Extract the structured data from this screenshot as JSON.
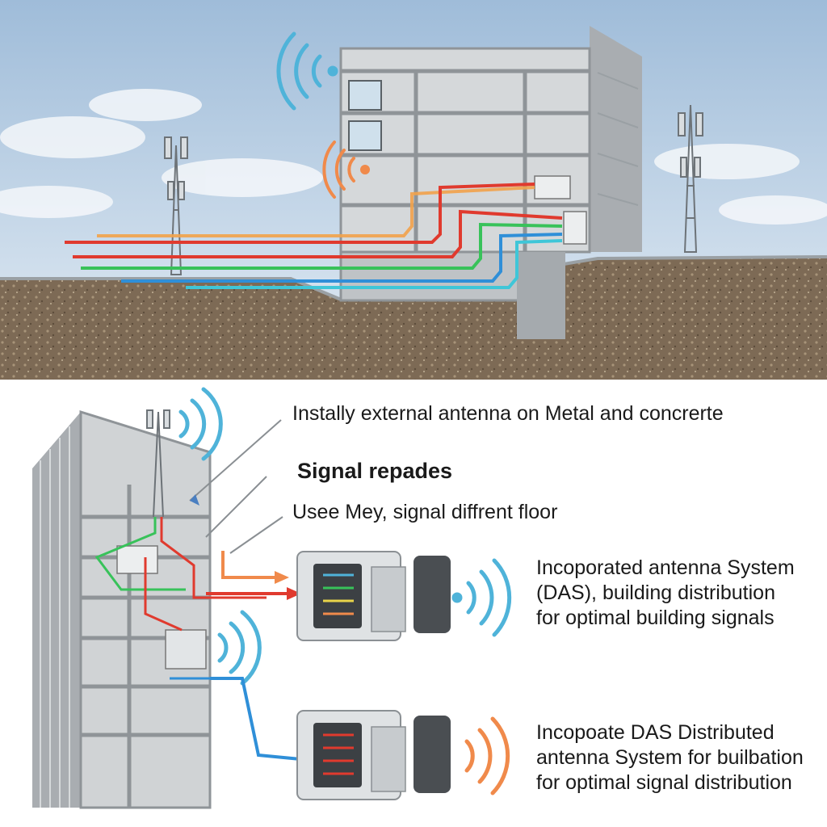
{
  "colors": {
    "sky_top": "#9fbcd9",
    "sky_bottom": "#dfe9f2",
    "ground": "#7d6a55",
    "concrete": "#b9bdc0",
    "signal_blue": "#4fb3d9",
    "signal_orange": "#f08a4b",
    "cable_red": "#e03a2e",
    "cable_green": "#38c25a",
    "cable_blue": "#2f8fd8",
    "cable_cyan": "#3fc6d8"
  },
  "labels": {
    "external_antenna": "Instally external antenna on Metal and concrerte",
    "signal_heading": "Signal repades",
    "floor_signal": "Usee Mey, signal diffrent floor"
  },
  "blocks": {
    "das_top": [
      "Incoporated antenna System",
      "(DAS), building distribution",
      "for optimal building signals"
    ],
    "das_bottom": [
      "Incopoate DAS Distributed",
      "antenna System for builbation",
      "for optimal signal distribution"
    ]
  },
  "icons": [
    "cell-tower-icon",
    "wifi-signal-icon",
    "das-unit-icon",
    "arrow-icon"
  ]
}
